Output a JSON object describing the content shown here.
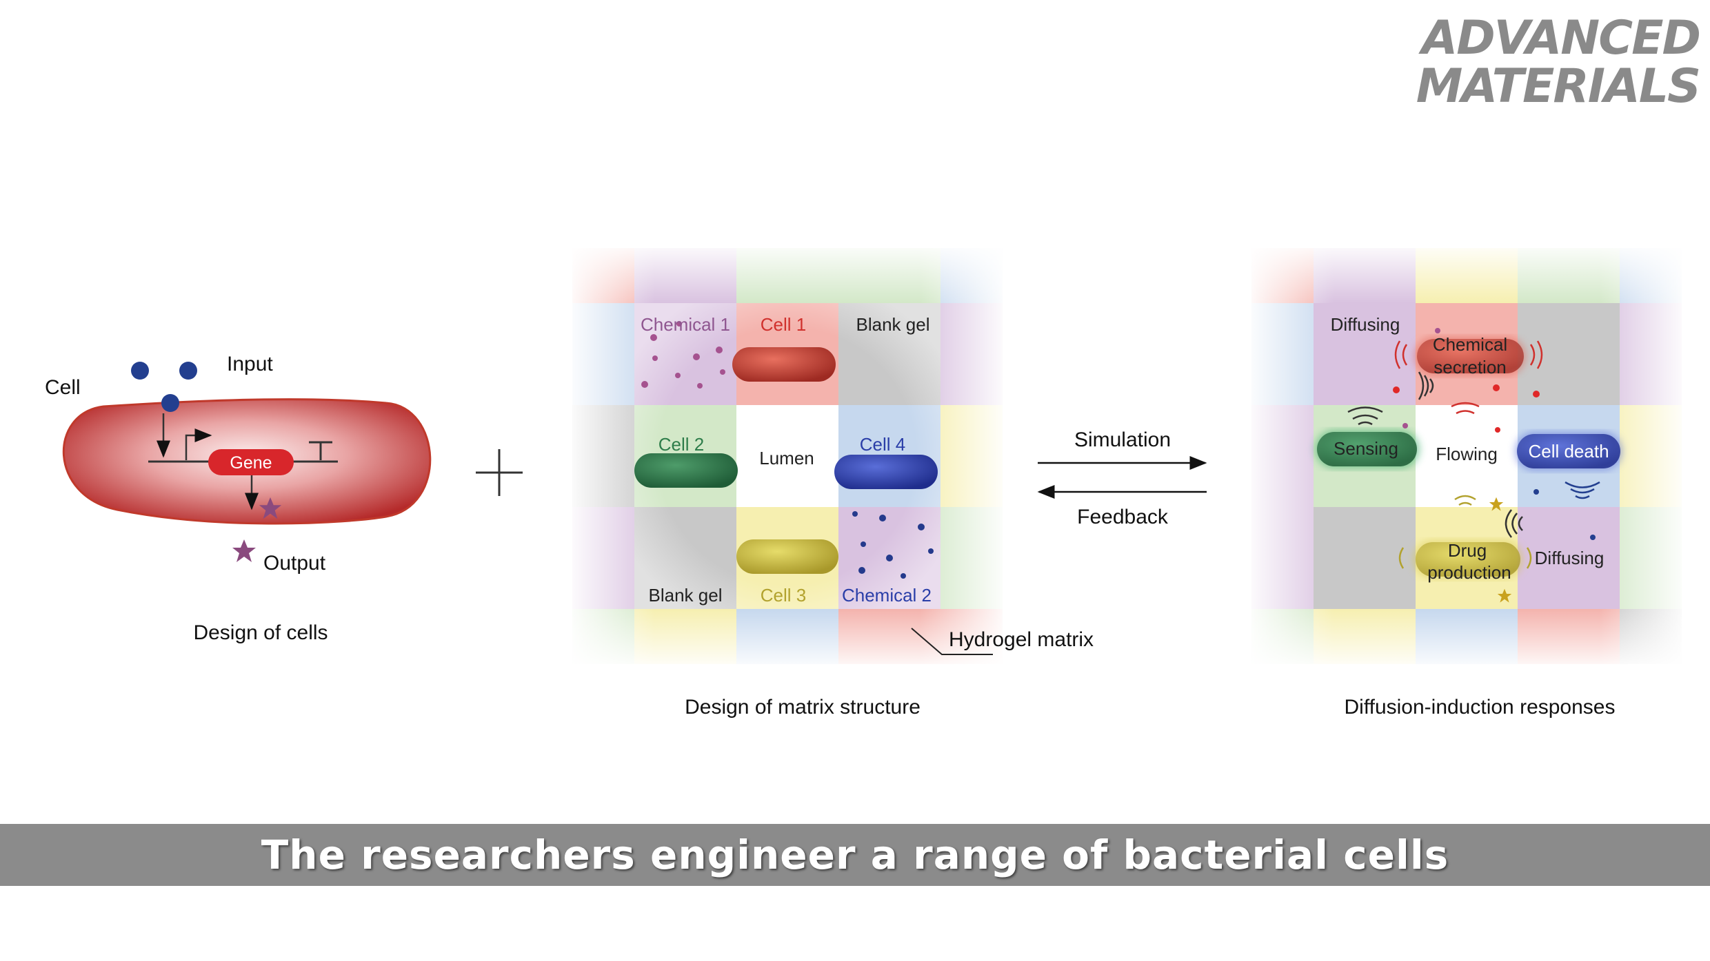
{
  "logo": {
    "line1": "ADVANCED",
    "line2": "MATERIALS"
  },
  "cell_panel": {
    "cell_label": "Cell",
    "input_label": "Input",
    "gene_label": "Gene",
    "output_label": "Output",
    "caption": "Design of cells"
  },
  "matrix_panel": {
    "tiles": {
      "chemical1": "Chemical 1",
      "cell1": "Cell 1",
      "blank_gel_top": "Blank gel",
      "cell2": "Cell 2",
      "lumen": "Lumen",
      "cell4": "Cell 4",
      "blank_gel_bottom": "Blank gel",
      "cell3": "Cell 3",
      "chemical2": "Chemical 2"
    },
    "hydrogel_label": "Hydrogel matrix",
    "caption": "Design of matrix structure"
  },
  "arrows": {
    "simulation": "Simulation",
    "feedback": "Feedback"
  },
  "response_panel": {
    "tiles": {
      "diffusing_top": "Diffusing",
      "chemical_secretion_1": "Chemical",
      "chemical_secretion_2": "secretion",
      "sensing": "Sensing",
      "flowing": "Flowing",
      "cell_death": "Cell death",
      "drug_production_1": "Drug",
      "drug_production_2": "production",
      "diffusing_bottom": "Diffusing"
    },
    "caption": "Diffusion-induction responses"
  },
  "subtitle": "The researchers engineer a range of bacterial cells",
  "colors": {
    "red_cell": "#c0392b",
    "green_cell": "#2e7d4a",
    "blue_cell": "#2a3ea8",
    "yellow_cell": "#c9b93a",
    "purple_tile": "#d9c2e0",
    "pink_tile": "#f4b3ad",
    "green_tile": "#d3e8c8",
    "blue_tile": "#c6d8ee",
    "yellow_tile": "#f6efb0",
    "gray_tile": "#c8c8c8",
    "banner": "#8b8b8b"
  }
}
